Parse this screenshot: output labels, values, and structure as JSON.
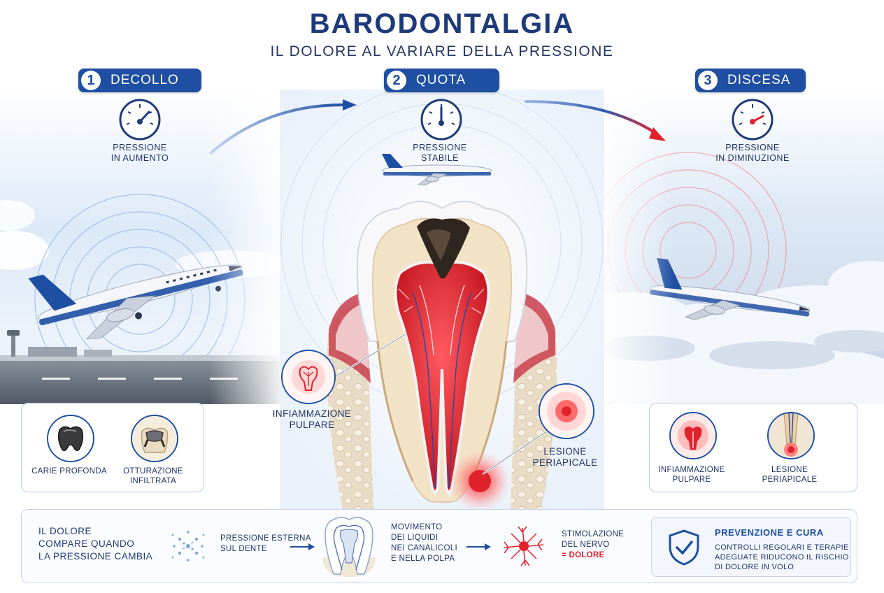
{
  "header": {
    "title": "BARODONTALGIA",
    "subtitle": "IL DOLORE AL VARIARE DELLA PRESSIONE"
  },
  "steps": [
    {
      "number": "1",
      "label": "DECOLLO",
      "gauge_line1": "PRESSIONE",
      "gauge_line2": "IN AUMENTO"
    },
    {
      "number": "2",
      "label": "QUOTA",
      "gauge_line1": "PRESSIONE",
      "gauge_line2": "STABILE"
    },
    {
      "number": "3",
      "label": "DISCESA",
      "gauge_line1": "PRESSIONE",
      "gauge_line2": "IN DIMINUZIONE"
    }
  ],
  "left_card": {
    "items": [
      {
        "line1": "CARIE PROFONDA",
        "line2": ""
      },
      {
        "line1": "OTTURAZIONE",
        "line2": "INFILTRATA"
      }
    ]
  },
  "right_card": {
    "items": [
      {
        "line1": "INFIAMMAZIONE",
        "line2": "PULPARE"
      },
      {
        "line1": "LESIONE",
        "line2": "PERIAPICALE"
      }
    ]
  },
  "tooth": {
    "label_left_1": "INFIAMMAZIONE",
    "label_left_2": "PULPARE",
    "label_right_1": "LESIONE",
    "label_right_2": "PERIAPICALE"
  },
  "bottom": {
    "intro_1": "IL DOLORE",
    "intro_2": "COMPARE QUANDO",
    "intro_3": "LA PRESSIONE CAMBIA",
    "step_a_1": "PRESSIONE ESTERNA",
    "step_a_2": "SUL DENTE",
    "step_b_1": "MOVIMENTO",
    "step_b_2": "DEI LIQUIDI",
    "step_b_3": "NEI CANALICOLI",
    "step_b_4": "E NELLA POLPA",
    "step_c_1": "STIMOLAZIONE",
    "step_c_2": "DEL NERVO",
    "step_c_3": "= DOLORE",
    "prev_title": "PREVENZIONE E CURA",
    "prev_1": "CONTROLLI REGOLARI E TERAPIE",
    "prev_2": "ADEGUATE RIDUCONO IL RISCHIO",
    "prev_3": "DI DOLORE IN VOLO"
  },
  "colors": {
    "brand_blue": "#1e4fa3",
    "pain_red": "#e0222c",
    "text_navy": "#1f3566"
  }
}
